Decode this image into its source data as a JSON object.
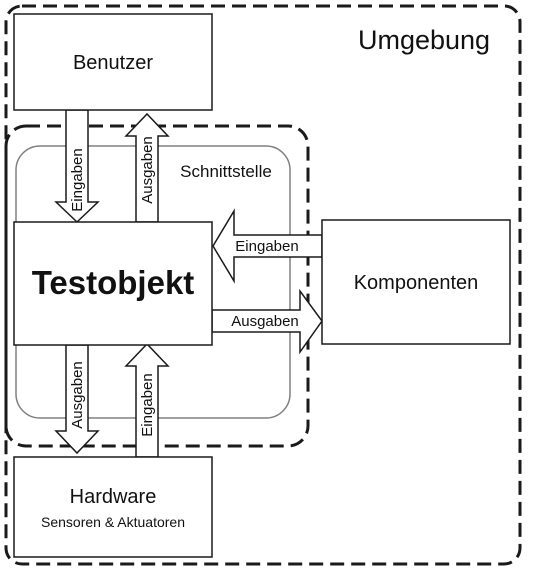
{
  "environment": {
    "label": "Umgebung"
  },
  "interface": {
    "label": "Schnittstelle"
  },
  "nodes": {
    "user": {
      "label": "Benutzer"
    },
    "test_object": {
      "label": "Testobjekt"
    },
    "components": {
      "label": "Komponenten"
    },
    "hardware": {
      "label": "Hardware",
      "sublabel": "Sensoren & Aktuatoren"
    }
  },
  "arrows": {
    "user_inputs": "Eingaben",
    "user_outputs": "Ausgaben",
    "component_inputs": "Eingaben",
    "component_outputs": "Ausgaben",
    "hardware_outputs": "Ausgaben",
    "hardware_inputs": "Eingaben"
  },
  "colors": {
    "stroke": "#1a1a1a",
    "interface_stroke": "#808080",
    "fill": "#ffffff"
  }
}
